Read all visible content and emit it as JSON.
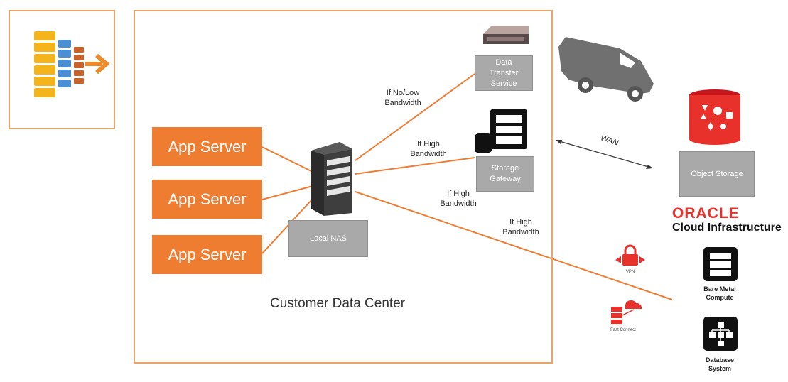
{
  "app_servers": [
    "App Server",
    "App Server",
    "App Server"
  ],
  "local_nas": "Local NAS",
  "data_transfer_service": "Data\nTransfer\nService",
  "storage_gateway": "Storage\nGateway",
  "object_storage": "Object Storage",
  "customer_data_center": "Customer Data Center",
  "edge_labels": {
    "no_low_bandwidth": "If No/Low\nBandwidth",
    "high_bandwidth_gateway": "If High\nBandwidth",
    "high_bandwidth_mid": "If High\nBandwidth",
    "high_bandwidth_direct": "If High\nBandwidth"
  },
  "wan": "WAN",
  "oracle": {
    "logo": "ORACLE",
    "cloud": "Cloud Infrastructure"
  },
  "vpn": "VPN",
  "fast_connect": "Fast Connect",
  "bare_metal_compute": "Bare Metal\nCompute",
  "database_system": "Database\nSystem",
  "colors": {
    "orange": "#ee7d32",
    "frame": "#e8a56a",
    "grey_box": "#a9a9a9",
    "oracle_red": "#e8312b"
  }
}
